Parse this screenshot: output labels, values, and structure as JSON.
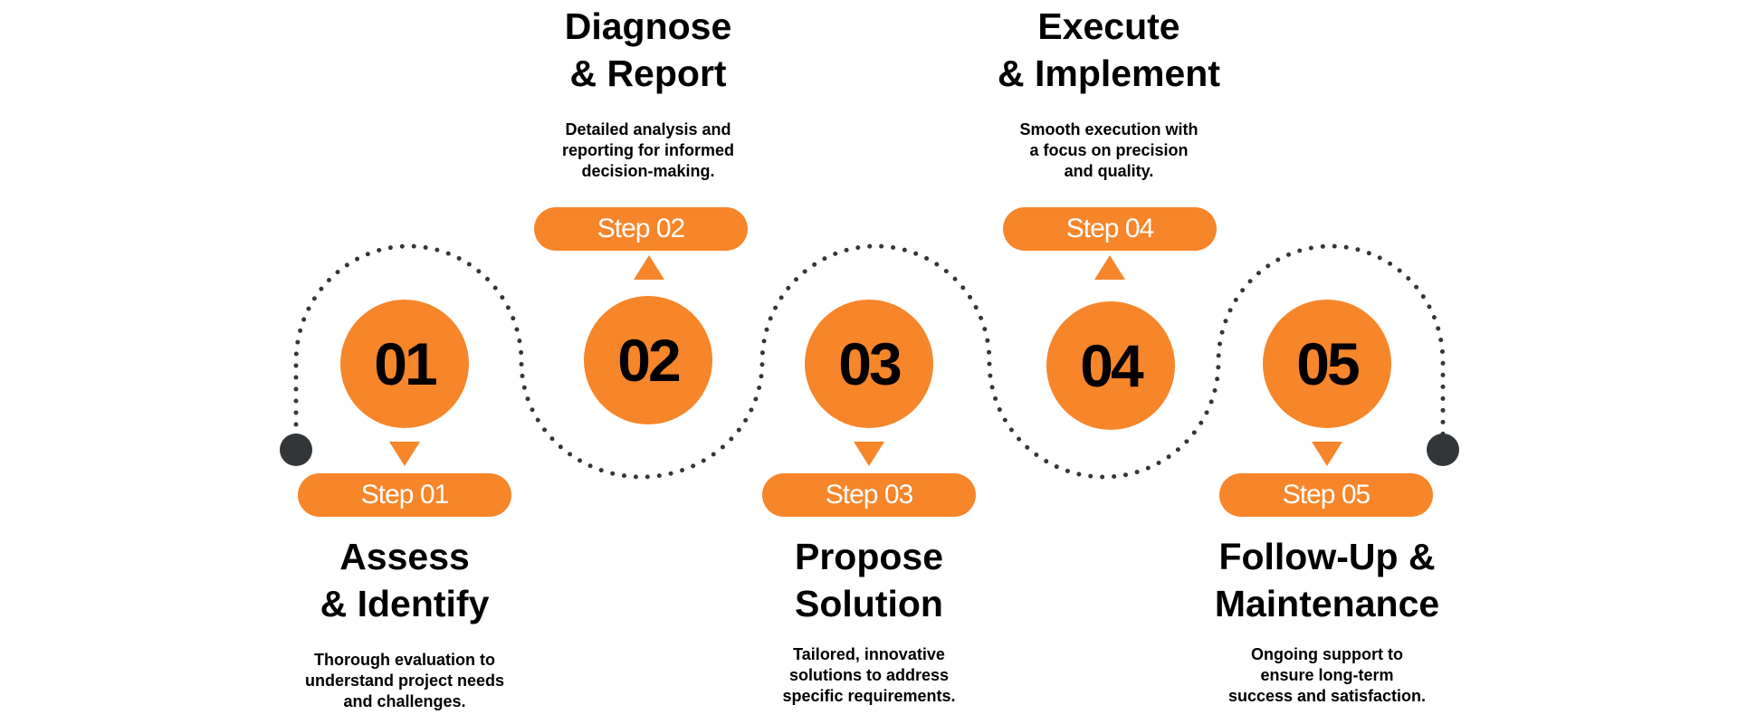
{
  "colors": {
    "accent": "#F7852A",
    "path": "#333638",
    "text": "#000000"
  },
  "steps": [
    {
      "number": "01",
      "label": "Step 01",
      "title": [
        "Assess",
        "& Identify"
      ],
      "description": [
        "Thorough evaluation to",
        "understand project needs",
        "and challenges."
      ]
    },
    {
      "number": "02",
      "label": "Step 02",
      "title": [
        "Diagnose",
        "& Report"
      ],
      "description": [
        "Detailed analysis and",
        "reporting for informed",
        "decision-making."
      ]
    },
    {
      "number": "03",
      "label": "Step 03",
      "title": [
        "Propose",
        "Solution"
      ],
      "description": [
        "Tailored, innovative",
        "solutions to address",
        "specific requirements."
      ]
    },
    {
      "number": "04",
      "label": "Step 04",
      "title": [
        "Execute",
        "& Implement"
      ],
      "description": [
        "Smooth execution with",
        "a focus on precision",
        "and quality."
      ]
    },
    {
      "number": "05",
      "label": "Step 05",
      "title": [
        "Follow-Up &",
        "Maintenance"
      ],
      "description": [
        "Ongoing support to",
        "ensure long-term",
        "success and satisfaction."
      ]
    }
  ]
}
